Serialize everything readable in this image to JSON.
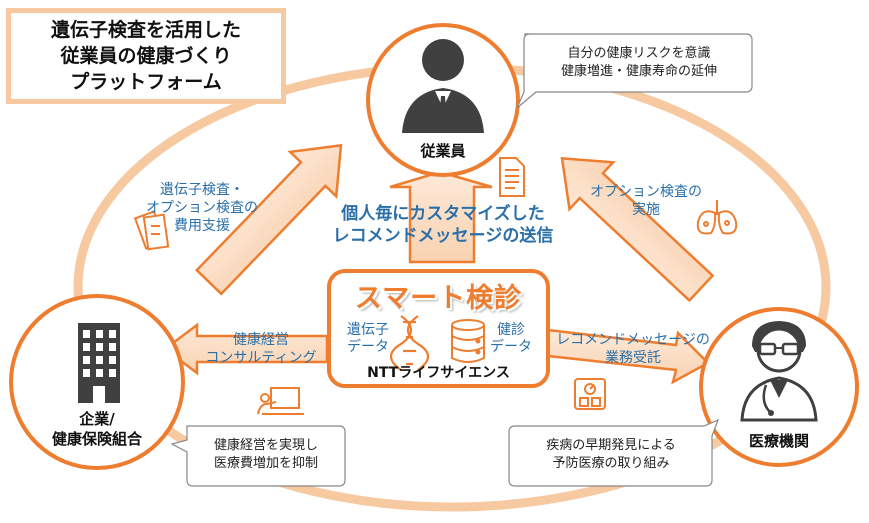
{
  "title": {
    "line1": "遺伝子検査を活用した",
    "line2": "従業員の健康づくり",
    "line3": "プラットフォーム"
  },
  "nodes": {
    "employee": "従業員",
    "company_line1": "企業/",
    "company_line2": "健康保険組合",
    "medical": "医療機関"
  },
  "callouts": {
    "employee_line1": "自分の健康リスクを意識",
    "employee_line2": "健康増進・健康寿命の延伸",
    "company_line1": "健康経営を実現し",
    "company_line2": "医療費増加を抑制",
    "medical_line1": "疾病の早期発見による",
    "medical_line2": "予防医療の取り組み"
  },
  "arrows": {
    "left_up_line1": "遺伝子検査・",
    "left_up_line2": "オプション検査の",
    "left_up_line3": "費用支援",
    "right_up_line1": "オプション検査の",
    "right_up_line2": "実施",
    "center_up_line1": "個人毎にカスタマイズした",
    "center_up_line2": "レコメンドメッセージの送信",
    "left_down_line1": "健康経営",
    "left_down_line2": "コンサルティング",
    "right_down_line1": "レコメンドメッセージの",
    "right_down_line2": "業務受託"
  },
  "center": {
    "title": "スマート検診",
    "gene_line1": "遺伝子",
    "gene_line2": "データ",
    "health_line1": "健診",
    "health_line2": "データ",
    "company": "NTTライフサイエンス"
  },
  "colors": {
    "orange": "#ee7d2f",
    "light_orange": "#f6c9a0",
    "arrow_fill": "#fbe3cf",
    "blue_text": "#2a6fa8",
    "icon_gray": "#404040"
  },
  "icons": [
    "person-icon",
    "building-icon",
    "doctor-icon",
    "document-icon",
    "lungs-icon",
    "money-icon",
    "presentation-icon",
    "scale-icon",
    "dna-icon",
    "database-icon"
  ]
}
